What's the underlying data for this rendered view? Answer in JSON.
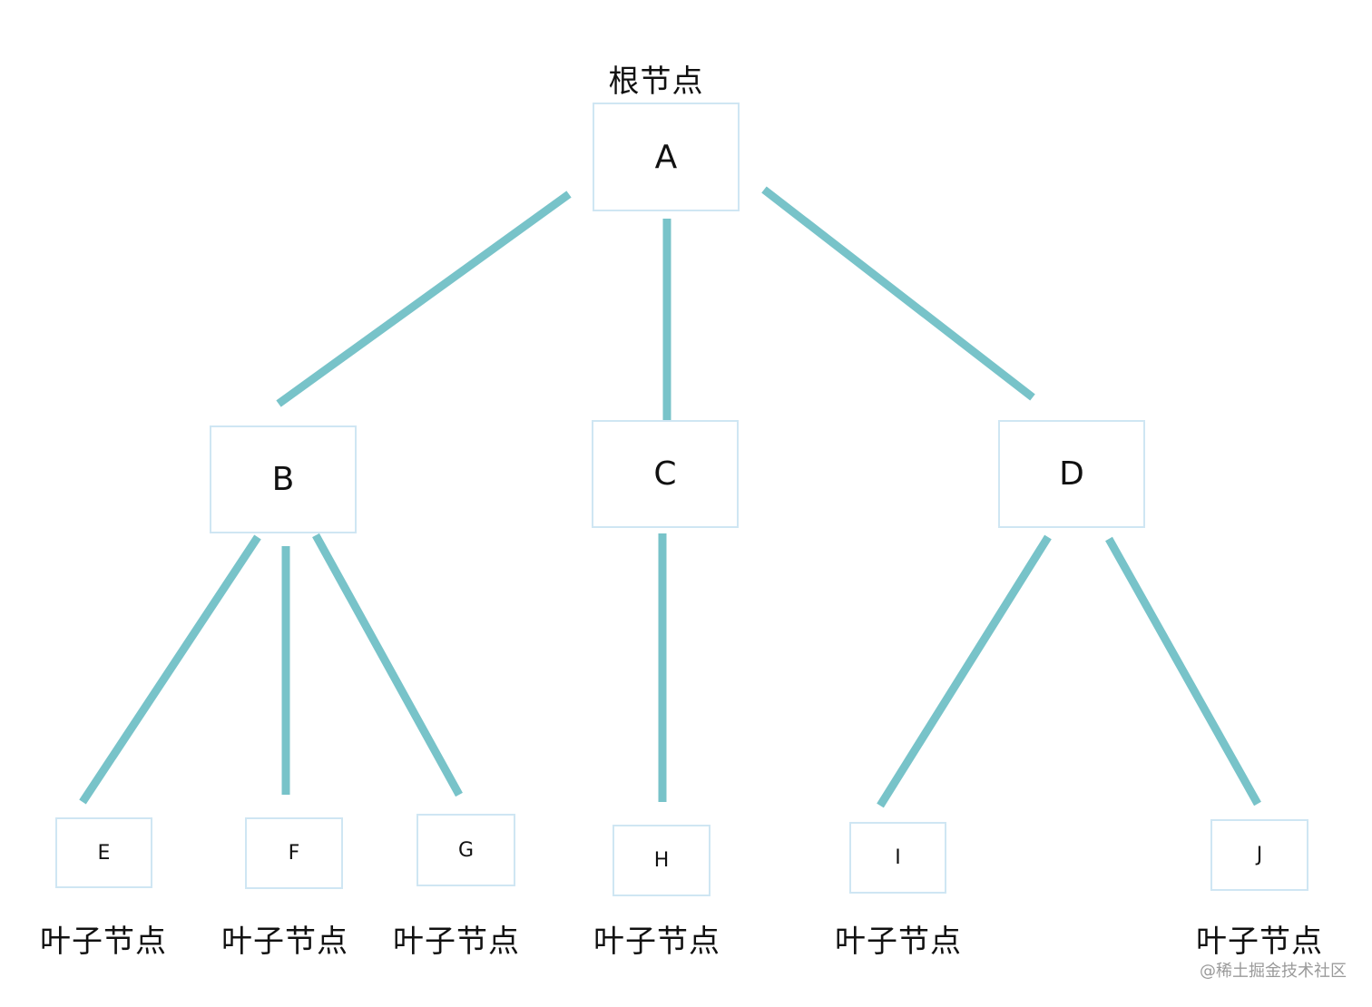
{
  "edge_color": "#78c3c9",
  "node_border_color": "#cfe6f3",
  "root_caption": "根节点",
  "nodes": {
    "A": "A",
    "B": "B",
    "C": "C",
    "D": "D",
    "E": "E",
    "F": "F",
    "G": "G",
    "H": "H",
    "I": "I",
    "J": "J"
  },
  "leaf_captions": {
    "E": "叶子节点",
    "F": "叶子节点",
    "G": "叶子节点",
    "H": "叶子节点",
    "I": "叶子节点",
    "J": "叶子节点"
  },
  "watermark": "@稀土掘金技术社区"
}
